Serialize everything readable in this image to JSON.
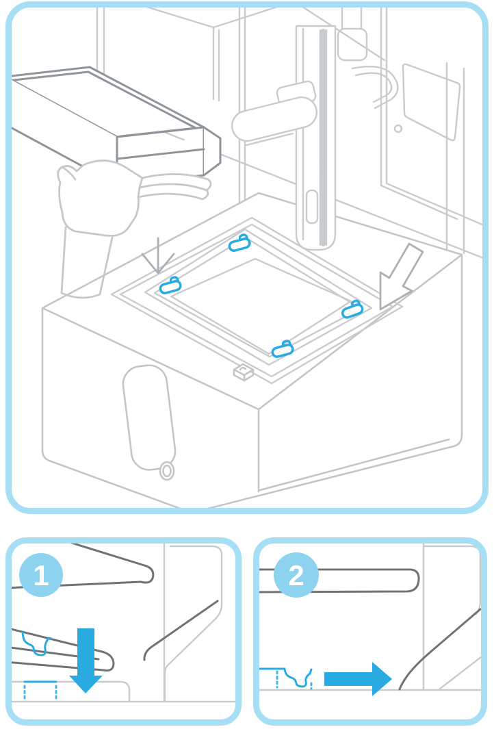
{
  "figure": {
    "kind": "printer-tank-installation-illustration",
    "main_panel": {
      "description": "hand lowering resin tank into printer tank carrier",
      "clip_count": 4,
      "insert_arrow": "down-left-outline-arrow"
    },
    "steps": [
      {
        "number": "1",
        "arrow": "down-arrow"
      },
      {
        "number": "2",
        "arrow": "right-arrow"
      }
    ],
    "colors": {
      "panel_border": "#A6DEF5",
      "badge": "#8DD3F0",
      "accent": "#29ABE2",
      "line_light": "#C9CCCE",
      "line_dark": "#6E7376"
    }
  }
}
